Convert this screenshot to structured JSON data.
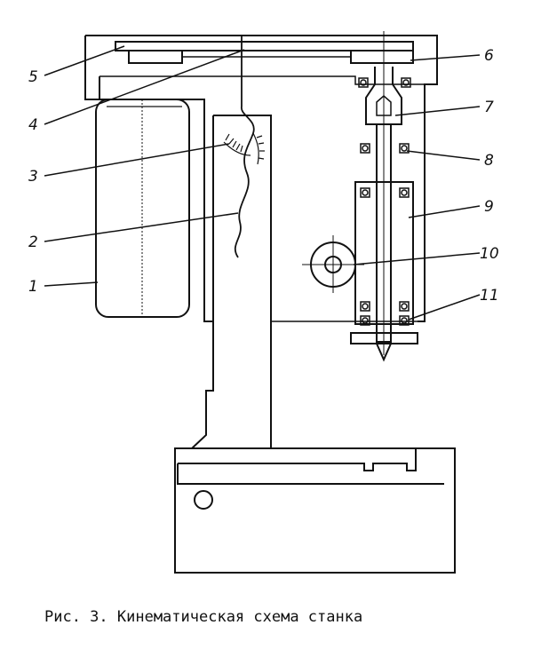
{
  "figure": {
    "caption": "Рис. 3. Кинематическая схема станка",
    "labels": {
      "l1": "1",
      "l2": "2",
      "l3": "3",
      "l4": "4",
      "l5": "5",
      "l6": "6",
      "l7": "7",
      "l8": "8",
      "l9": "9",
      "l10": "10",
      "l11": "11"
    }
  }
}
